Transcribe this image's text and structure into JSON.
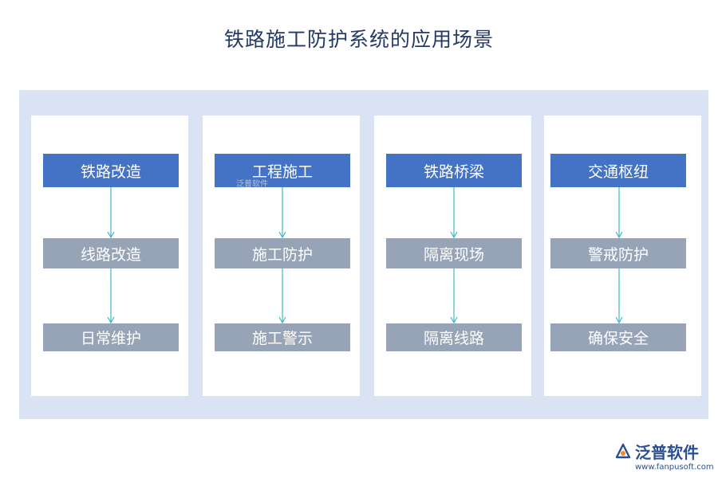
{
  "title": "铁路施工防护系统的应用场景",
  "columns": [
    {
      "head": "铁路改造",
      "mid": "线路改造",
      "low": "日常维护"
    },
    {
      "head": "工程施工",
      "mid": "施工防护",
      "low": "施工警示"
    },
    {
      "head": "铁路桥梁",
      "mid": "隔离现场",
      "low": "隔离线路"
    },
    {
      "head": "交通枢纽",
      "mid": "警戒防护",
      "low": "确保安全"
    }
  ],
  "watermark": "泛普软件",
  "logo": {
    "name": "泛普软件",
    "url": "www.fanpusoft.com"
  },
  "colors": {
    "title": "#233a66",
    "panel": "#dae3f4",
    "head_box": "#4472c4",
    "sub_box": "#97a3b7",
    "arrow": "#3fb8c8",
    "logo": "#2c4f8f"
  }
}
